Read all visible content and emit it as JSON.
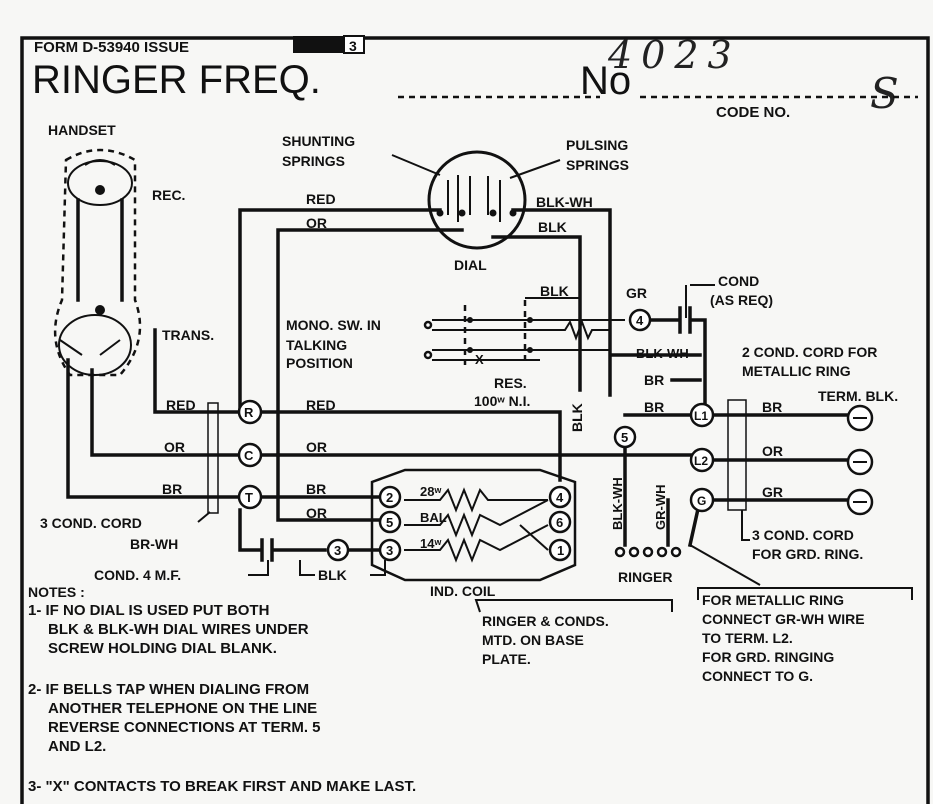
{
  "header": {
    "form_line": "FORM D-53940 ISSUE",
    "issue_number": "3",
    "title": "RINGER FREQ.",
    "number_prefix": "No",
    "handwritten_number": "4023",
    "handwritten_suffix": "S",
    "code_no": "CODE NO."
  },
  "handset": {
    "title": "HANDSET",
    "rec": "REC.",
    "trans": "TRANS."
  },
  "dial": {
    "shunting": [
      "SHUNTING",
      "SPRINGS"
    ],
    "pulsing": [
      "PULSING",
      "SPRINGS"
    ],
    "label": "DIAL"
  },
  "wires": {
    "red": "RED",
    "or": "OR",
    "blk_wh": "BLK-WH",
    "blk": "BLK",
    "br": "BR",
    "gr": "GR",
    "br_wh": "BR-WH",
    "gr_wh": "GR-WH"
  },
  "switch": {
    "mono_sw": "MONO. SW. IN",
    "talking": "TALKING",
    "position": "POSITION",
    "x_contact": "X",
    "res": "RES.",
    "res_value": "100ʷ N.I."
  },
  "cond": {
    "cond_label": "COND",
    "as_req": "(AS REQ)",
    "cond_4mf": "COND. 4 M.F."
  },
  "terminals": {
    "R": "R",
    "C": "C",
    "T": "T",
    "t4": "4",
    "t5": "5",
    "t3": "3",
    "t3b": "3",
    "t2": "2",
    "L1": "L1",
    "L2": "L2",
    "G": "G",
    "c4": "4",
    "c6": "6",
    "c1": "1"
  },
  "coil": {
    "w28": "28ʷ",
    "bal": "BAL",
    "w14": "14ʷ",
    "label": "IND. COIL"
  },
  "cords": {
    "three_cond": "3 COND. CORD",
    "two_cond_a": "2 COND. CORD FOR",
    "two_cond_b": "METALLIC RING",
    "term_blk": "TERM. BLK.",
    "grd_a": "3 COND. CORD",
    "grd_b": "FOR GRD. RING."
  },
  "ringer": {
    "label": "RINGER",
    "base_a": "RINGER & CONDS.",
    "base_b": "MTD. ON BASE",
    "base_c": "PLATE."
  },
  "metallic_note": [
    "FOR METALLIC RING",
    "CONNECT GR-WH WIRE",
    "TO TERM. L2.",
    "FOR GRD. RINGING",
    "CONNECT TO G."
  ],
  "notes": {
    "title": "NOTES :",
    "n1": [
      "1- IF NO DIAL IS USED PUT BOTH",
      "BLK & BLK-WH DIAL WIRES UNDER",
      "SCREW HOLDING DIAL BLANK."
    ],
    "n2": [
      "2- IF BELLS TAP WHEN DIALING FROM",
      "ANOTHER TELEPHONE ON THE LINE",
      "REVERSE CONNECTIONS AT TERM. 5",
      "AND L2."
    ],
    "n3": "3- \"X\" CONTACTS TO BREAK FIRST AND MAKE LAST."
  }
}
